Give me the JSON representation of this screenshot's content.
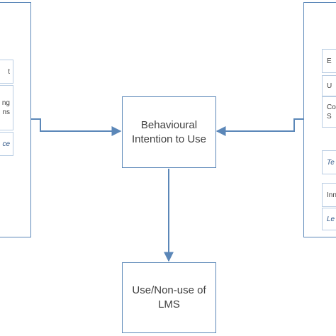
{
  "diagram": {
    "colors": {
      "box_border": "#5b87b8",
      "item_border": "#b9cde3",
      "arrow": "#5b87b8",
      "text": "#404040",
      "italic_text": "#2f5687"
    },
    "center_box": {
      "label": "Behavioural\nIntention to Use"
    },
    "bottom_box": {
      "label": "Use/Non-use of\nLMS"
    },
    "left_panel": {
      "items": [
        {
          "label": "t",
          "italic": false
        },
        {
          "label": "ng\nns",
          "italic": false
        },
        {
          "label": "ce",
          "italic": true
        }
      ]
    },
    "right_panel": {
      "items": [
        {
          "label": "E",
          "italic": false
        },
        {
          "label": "U",
          "italic": false
        },
        {
          "label": "Co\nS",
          "italic": false
        },
        {
          "label": "Te",
          "italic": true
        },
        {
          "label": "Inn",
          "italic": false
        },
        {
          "label": "Le",
          "italic": true
        }
      ]
    }
  }
}
